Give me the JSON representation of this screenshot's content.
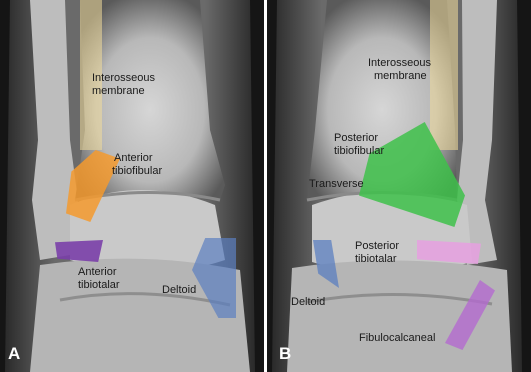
{
  "panels": [
    {
      "letter": "A",
      "labels": {
        "interosseous_line1": "Interosseous",
        "interosseous_line2": "membrane",
        "ant_tibiofibular_line1": "Anterior",
        "ant_tibiofibular_line2": "tibiofibular",
        "ant_tibiotalar_line1": "Anterior",
        "ant_tibiotalar_line2": "tibiotalar",
        "deltoid": "Deltoid"
      }
    },
    {
      "letter": "B",
      "labels": {
        "interosseous_line1": "Interosseous",
        "interosseous_line2": "membrane",
        "post_tibiofibular_line1": "Posterior",
        "post_tibiofibular_line2": "tibiofibular",
        "transverse": "Transverse",
        "post_tibiotalar_line1": "Posterior",
        "post_tibiotalar_line2": "tibiotalar",
        "deltoid": "Deltoid",
        "fibulocalcaneal": "Fibulocalcaneal"
      }
    }
  ],
  "colors": {
    "interosseous": "#f2dc9a",
    "anterior_tibiofibular": "#f59a2e",
    "anterior_tibiotalar": "#7a3fa8",
    "deltoid": "#5b7fc0",
    "posterior_tibiofibular": "#3ec14a",
    "posterior_tibiotalar": "#e6a0e0",
    "fibulocalcaneal": "#b46ad0"
  }
}
